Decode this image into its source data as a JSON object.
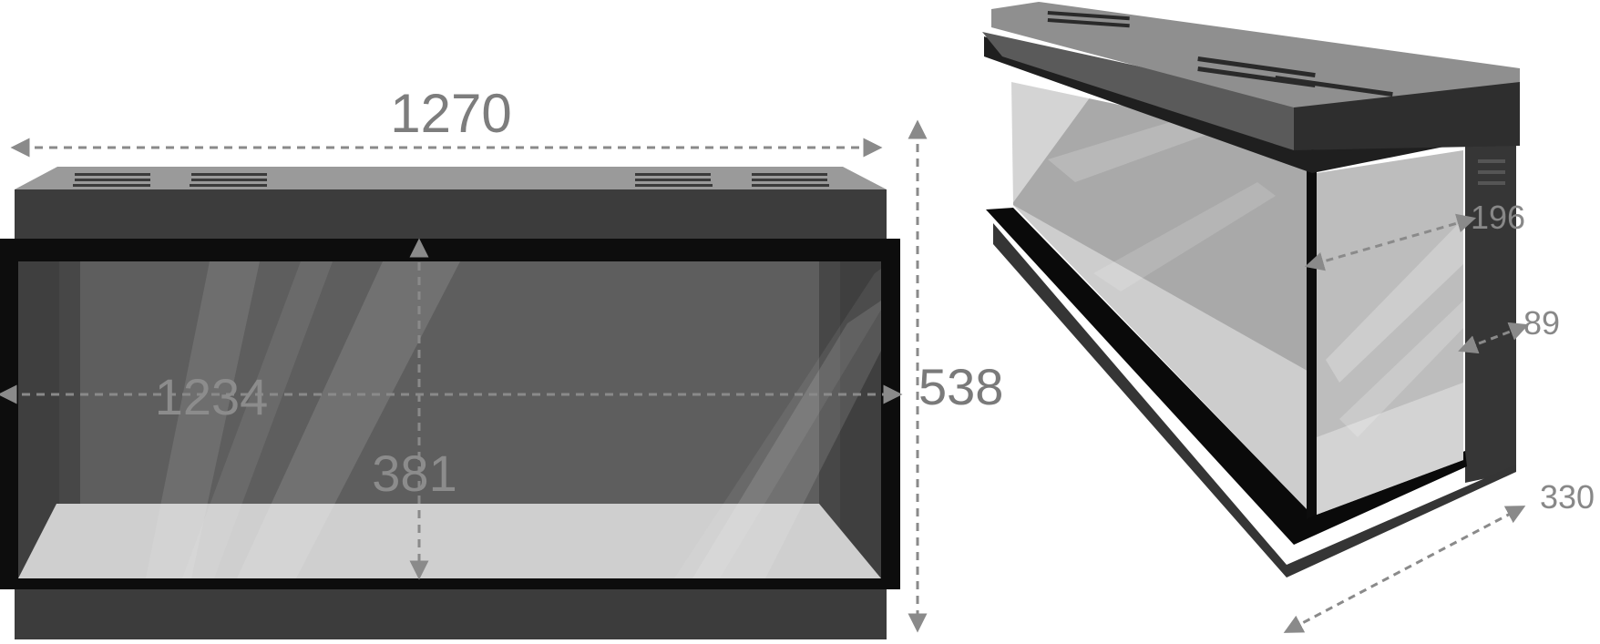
{
  "front_view": {
    "labels": {
      "overall_width": "1270",
      "overall_height": "538",
      "glass_width": "1234",
      "glass_height": "381"
    }
  },
  "side_view": {
    "labels": {
      "inner_depth": "196",
      "frame_depth": "89",
      "total_depth": "330"
    }
  },
  "colors": {
    "dimension_line": "#8a8a8a",
    "body": "#3c3c3c",
    "top_panel": "#9a9a9a",
    "frame": "#0d0d0d",
    "glass": "#5e5e5e",
    "floor": "#cfcfcf"
  }
}
